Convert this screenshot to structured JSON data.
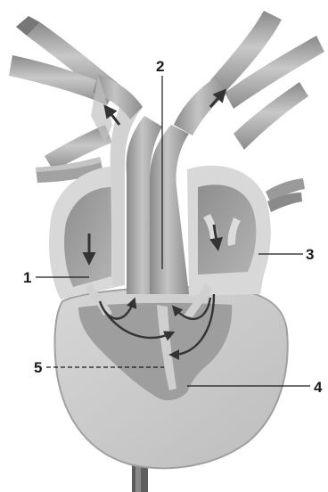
{
  "labels": {
    "l1": "1",
    "l2": "2",
    "l3": "3",
    "l4": "4",
    "l5": "5"
  },
  "colors": {
    "background": "#ffffff",
    "vessel_light": "#c9c9c9",
    "vessel_mid": "#a9a9a9",
    "vessel_dark": "#808080",
    "wall": "#dcdcdc",
    "chamber": "#9c9c9c",
    "arrow": "#3a3a3a"
  }
}
